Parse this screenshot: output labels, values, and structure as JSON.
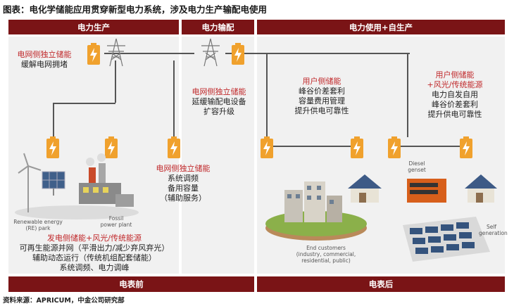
{
  "title": "图表：电化学储能应用贯穿新型电力系统，涉及电力生产输配电使用",
  "header": {
    "gen": "电力生产",
    "trans": "电力输配",
    "use": "电力使用+自生产"
  },
  "footer": {
    "front": "电表前",
    "behind": "电表后"
  },
  "source": "资料来源：APRICUM，中金公司研究部",
  "blocks": {
    "grid_left": {
      "title": "电网侧独立储能",
      "lines": [
        "缓解电网拥堵"
      ]
    },
    "grid_trans": {
      "title": "电网侧独立储能",
      "lines": [
        "延缓输配电设备",
        "扩容升级"
      ]
    },
    "grid_service": {
      "title": "电网侧独立储能",
      "lines": [
        "系统调频",
        "备用容量",
        "（辅助服务）"
      ]
    },
    "gen_side": {
      "title": "发电侧储能+风光/传统能源",
      "lines": [
        "可再生能源并网（平滑出力/减少弃风弃光）",
        "辅助动态运行（传统机组配套储能）",
        "系统调频、电力调峰"
      ]
    },
    "user_mid": {
      "title": "用户侧储能",
      "lines": [
        "峰谷价差套利",
        "容量费用管理",
        "提升供电可靠性"
      ]
    },
    "user_right": {
      "title": "用户侧储能",
      "title2": "+风光/传统能源",
      "lines": [
        "电力自发自用",
        "峰谷价差套利",
        "提升供电可靠性"
      ]
    }
  },
  "images": {
    "re_park": [
      "Renewable energy",
      "(RE) park"
    ],
    "fossil": [
      "Fossil",
      "power plant"
    ],
    "end_customers": [
      "End customers",
      "(industry, commercial,",
      "residential, public)"
    ],
    "diesel": [
      "Diesel",
      "genset"
    ],
    "self_gen": [
      "Self",
      "generation"
    ]
  },
  "colors": {
    "accent": "#7a1416",
    "red_text": "#c0282a",
    "battery": "#f0a12d",
    "panel": "#f1f1f1"
  }
}
